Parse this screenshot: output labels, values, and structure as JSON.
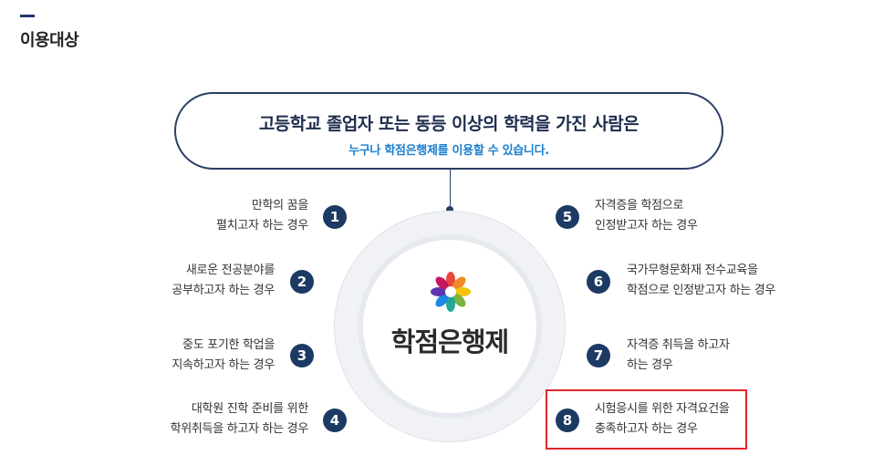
{
  "section": {
    "title": "이용대상"
  },
  "banner": {
    "main": "고등학교 졸업자 또는 동등 이상의 학력을 가진 사람은",
    "sub": "누구나 학점은행제를 이용할 수 있습니다."
  },
  "center": {
    "brand": "학점은행제",
    "logo_icon": "flower-logo-icon"
  },
  "items": [
    {
      "num": "1",
      "line1": "만학의 꿈을",
      "line2": "펼치고자 하는 경우"
    },
    {
      "num": "2",
      "line1": "새로운 전공분야를",
      "line2": "공부하고자 하는 경우"
    },
    {
      "num": "3",
      "line1": "중도 포기한 학업을",
      "line2": "지속하고자 하는 경우"
    },
    {
      "num": "4",
      "line1": "대학원 진학 준비를 위한",
      "line2": "학위취득을 하고자 하는 경우"
    },
    {
      "num": "5",
      "line1": "자격증을 학점으로",
      "line2": "인정받고자 하는 경우"
    },
    {
      "num": "6",
      "line1": "국가무형문화재 전수교육을",
      "line2": "학점으로 인정받고자 하는 경우"
    },
    {
      "num": "7",
      "line1": "자격증 취득을 하고자",
      "line2": "하는 경우"
    },
    {
      "num": "8",
      "line1": "시험응시를 위한 자격요건을",
      "line2": "충족하고자 하는 경우"
    }
  ],
  "colors": {
    "navy": "#1c3a63",
    "accent_blue": "#1b7fcf",
    "highlight_red": "#e0262b"
  }
}
